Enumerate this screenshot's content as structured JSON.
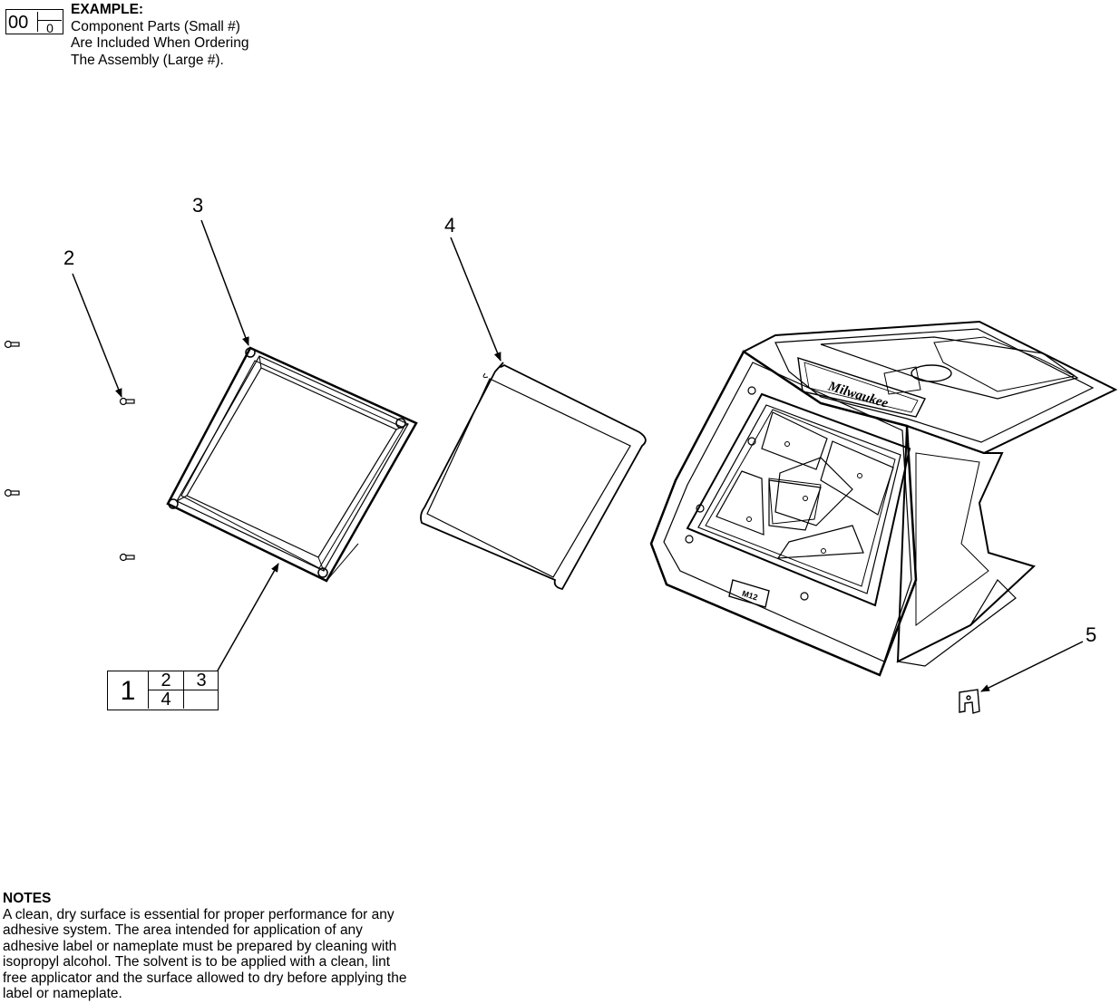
{
  "legend": {
    "large_number": "00",
    "small_number": "0",
    "title": "EXAMPLE:",
    "lines": [
      "Component Parts (Small #)",
      "Are Included When Ordering",
      "The Assembly (Large #)."
    ]
  },
  "callouts": {
    "two": "2",
    "three": "3",
    "four": "4",
    "five": "5"
  },
  "kit": {
    "assembly": "1",
    "components": [
      "2",
      "3",
      "4",
      ""
    ]
  },
  "notes": {
    "title": "NOTES",
    "body_lines": [
      "A clean, dry surface is essential for proper performance for any",
      "adhesive system. The area intended for application of any",
      "adhesive label or nameplate must be prepared by cleaning with",
      "isopropyl alcohol. The solvent is to be applied with a clean, lint",
      "free applicator and the surface allowed to dry before applying the",
      "label or nameplate."
    ]
  },
  "branding": {
    "logo_text": "Milwaukee",
    "model_badge": "M12"
  }
}
